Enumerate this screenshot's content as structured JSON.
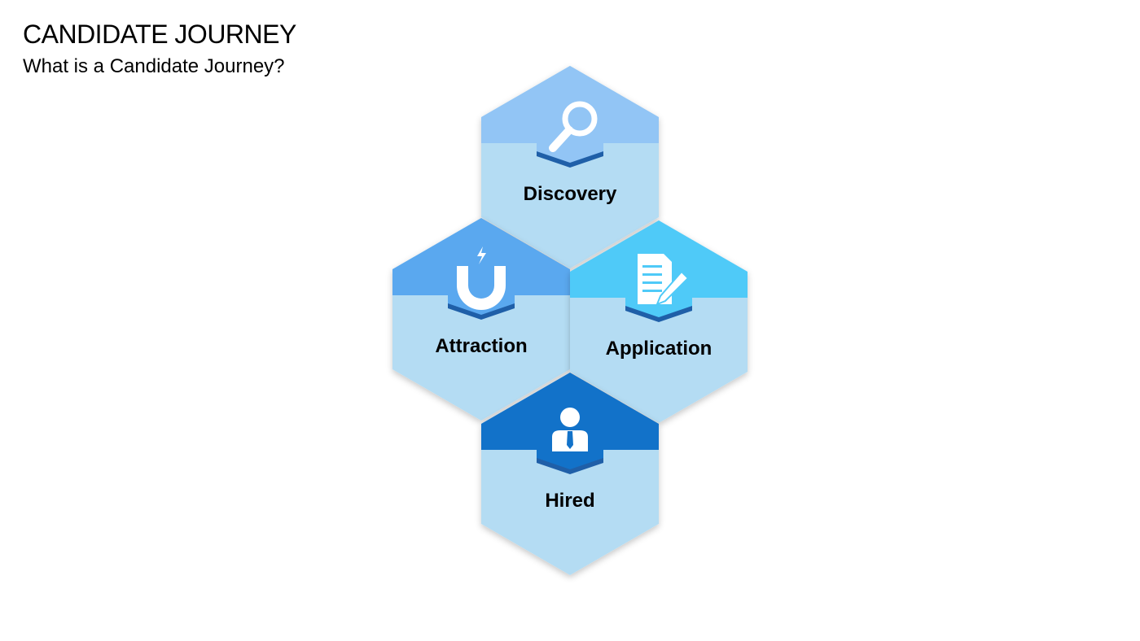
{
  "slide": {
    "title": "CANDIDATE JOURNEY",
    "subtitle": "What is a Candidate Journey?"
  },
  "diagram": {
    "stages": [
      {
        "label": "Discovery",
        "icon": "magnifier-icon",
        "accent_color": "#92c5f5"
      },
      {
        "label": "Attraction",
        "icon": "magnet-icon",
        "accent_color": "#5aa8ef"
      },
      {
        "label": "Application",
        "icon": "document-pen-icon",
        "accent_color": "#4fcaf8"
      },
      {
        "label": "Hired",
        "icon": "employee-icon",
        "accent_color": "#1272c9"
      }
    ],
    "body_color": "#b4dcf3",
    "pointer_shadow_color": "#1f5fa8"
  }
}
